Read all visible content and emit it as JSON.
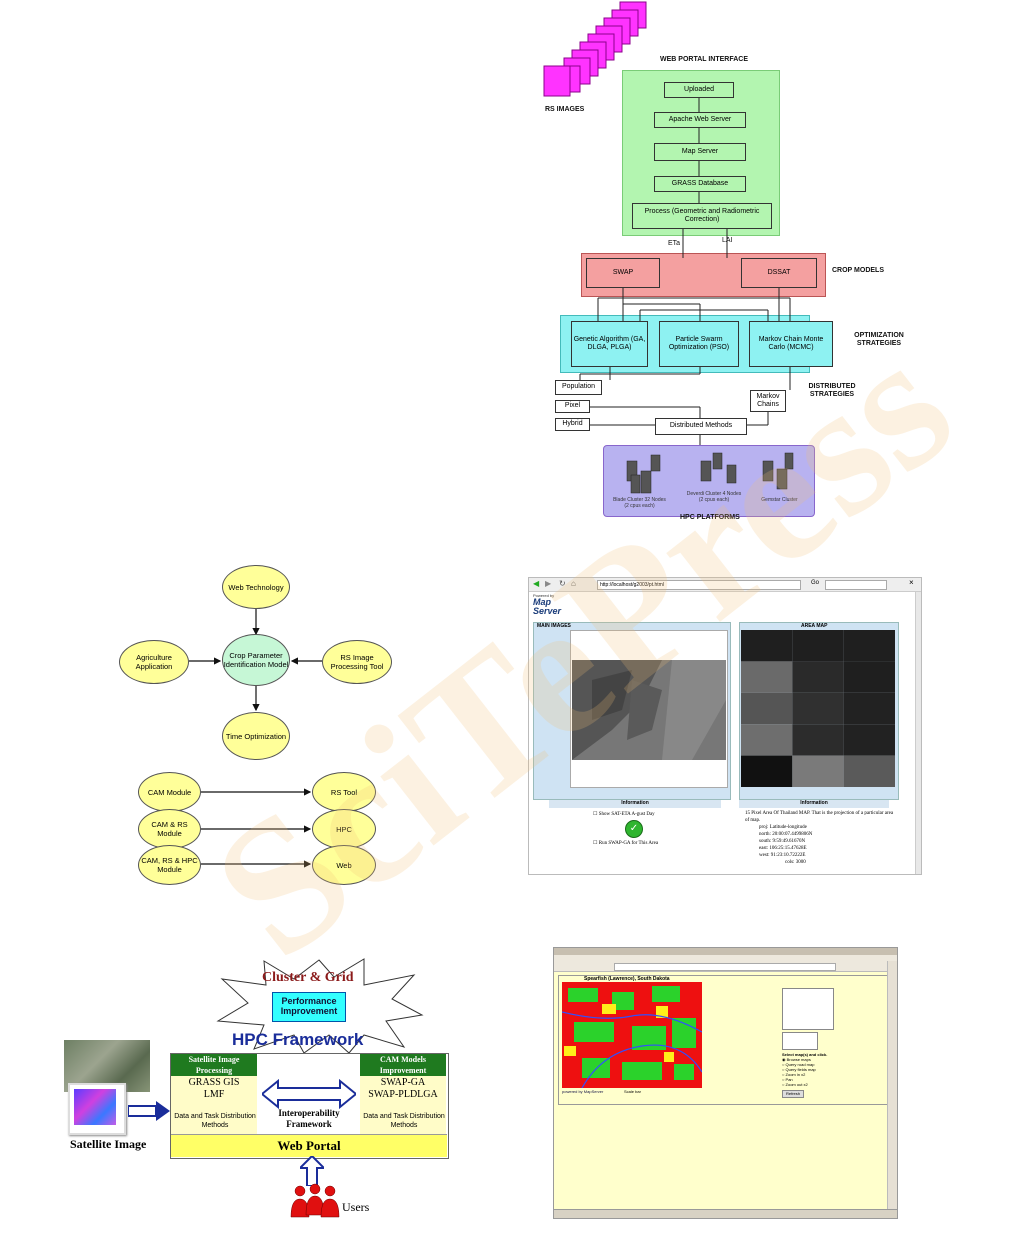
{
  "arch": {
    "web_portal_label": "WEB PORTAL INTERFACE",
    "rs_images_label": "RS IMAGES",
    "portal_boxes": [
      "Uploaded",
      "Apache Web Server",
      "Map Server",
      "GRASS Database",
      "Process (Geometric and Radiometric Correction)"
    ],
    "eta_label": "ETa",
    "lai_label": "LAI",
    "crop_models_label": "CROP MODELS",
    "swap": "SWAP",
    "dssat": "DSSAT",
    "optimization_label": "OPTIMIZATION STRATEGIES",
    "ga": "Genetic Algorithm (GA, DLGA, PLGA)",
    "pso": "Particle Swarm Optimization (PSO)",
    "mcmc": "Markov Chain Monte Carlo (MCMC)",
    "distributed_label": "DISTRIBUTED STRATEGIES",
    "population": "Population",
    "pixel": "Pixel",
    "hybrid": "Hybrid",
    "markov_chains": "Markov Chains",
    "distributed_methods": "Distributed Methods",
    "hpc_platforms": "HPC PLATFORMS",
    "cluster1": "Blade Cluster 32 Nodes (2 cpus each)",
    "cluster2": "Deverdi Cluster 4 Nodes (2 cpus each)",
    "cluster3": "Gemstar Cluster"
  },
  "concept": {
    "web_tech": "Web Technology",
    "agri": "Agriculture Application",
    "center": "Crop Parameter Identification Model",
    "rs_tool_top": "RS Image Processing Tool",
    "time_opt": "Time Optimization",
    "cam_module": "CAM Module",
    "cam_rs": "CAM & RS Module",
    "cam_rs_hpc": "CAM, RS & HPC Module",
    "rs_tool": "RS Tool",
    "hpc": "HPC",
    "web": "Web"
  },
  "mapserver": {
    "url": "http://localhost/g2003/pt.html",
    "go": "Go",
    "logo_small": "Powered by",
    "logo": "Map Server",
    "main_images": "MAIN IMAGES",
    "area_map": "AREA MAP",
    "info_left": "Information",
    "info_right": "Information",
    "check1": "Show SAT-ETA A-gust Day",
    "check2": "Run SWAP-GA for This Area",
    "info_lines": [
      "15 Pixel Area Of Thailand MAP. That is the projection of a particular area of map.",
      "proj: Latitude-longitude",
      "north: 20:00:07.4499806N",
      "south: 9:59:49.61670N",
      "east: 106:25:15.47628E",
      "west: 91:23:10.72222E",
      "cols: 3000"
    ]
  },
  "framework": {
    "cluster_grid": "Cluster & Grid",
    "performance": "Performance Improvement",
    "hpc_framework": "HPC Framework",
    "sat_proc": "Satellite Image Processing",
    "grass": "GRASS GIS",
    "lmf": "LMF",
    "data_task_left": "Data and Task Distribution Methods",
    "interop": "Interoperability Framework",
    "cam_improve": "CAM Models Improvement",
    "swap_ga": "SWAP-GA",
    "swap_pldlga": "SWAP-PLDLGA",
    "data_task_right": "Data and Task Distribution Methods",
    "sat_image": "Satellite Image",
    "web_portal": "Web Portal",
    "users": "Users"
  },
  "browser2": {
    "title": "Spearfish (Lawrence), South Dakota",
    "powered": "powered by MapServer",
    "scale": "Scale bar",
    "legend_title": "Select map(s) and click.",
    "options": [
      "Browse maps",
      "Query road map",
      "Query fields map",
      "Zoom in x2",
      "Pan",
      "Zoom out x2"
    ],
    "refresh": "Refresh"
  },
  "watermark": "SciTePress",
  "colors": {
    "green": "#b3f5b0",
    "red": "#f4a0a0",
    "cyan": "#8ef2f2",
    "purple": "#b8b2f0",
    "yellow": "#ffff99",
    "magenta": "#ff33ff"
  }
}
